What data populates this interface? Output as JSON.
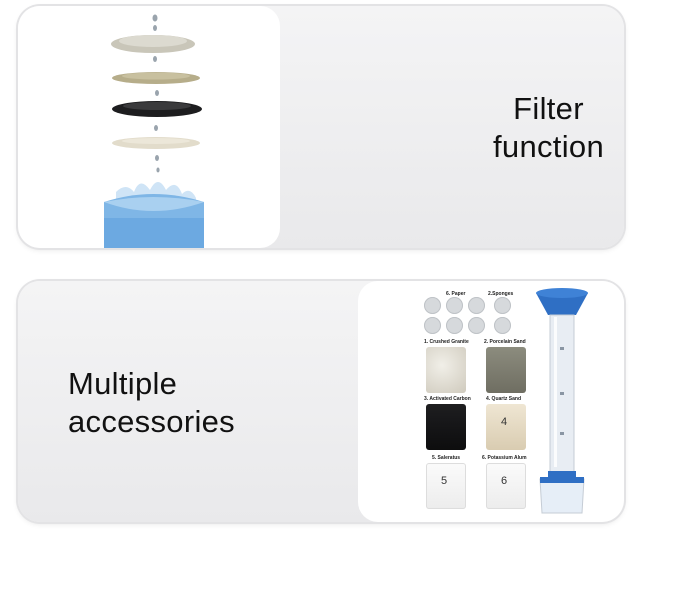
{
  "section_filter": {
    "title_line1": "Filter",
    "title_line2": "function"
  },
  "section_accessories": {
    "title_line1": "Multiple",
    "title_line2": "accessories",
    "labels": {
      "paper": "6. Paper",
      "sponge": "2.Sponges",
      "granite": "1. Crushed Granite",
      "porcelain": "2. Porcelain Sand",
      "carbon": "3. Activated Carbon",
      "quartz": "4. Quartz Sand",
      "saleratus": "5. Saleratus",
      "alum": "6. Potassium Alum"
    },
    "bag_numbers": {
      "quartz": "4",
      "saleratus": "5",
      "alum": "6"
    }
  },
  "colors": {
    "funnel_blue": "#2f6fc4",
    "water_blue": "#7fb6e6"
  }
}
